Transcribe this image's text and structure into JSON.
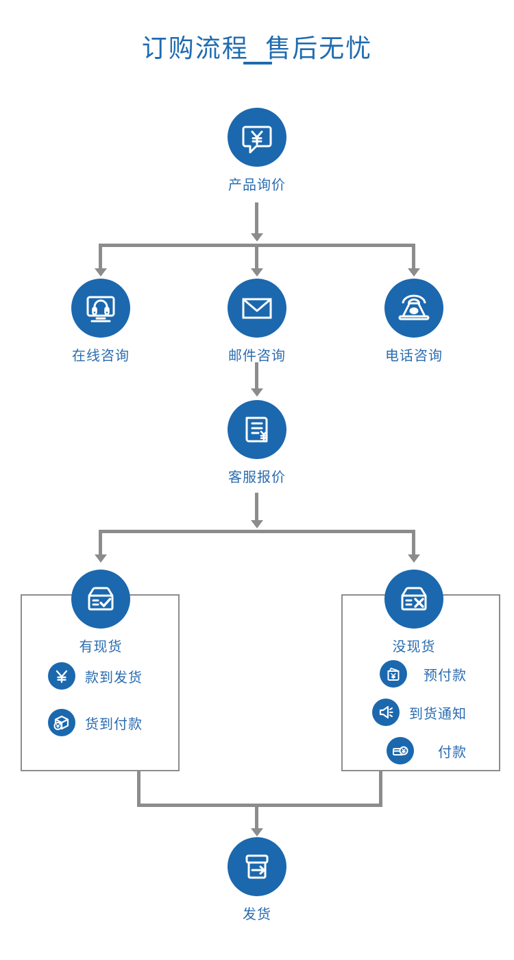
{
  "title": {
    "text": "订购流程  售后无忧"
  },
  "colors": {
    "brand_blue": "#1B68AE",
    "label_blue": "#2A6CB0",
    "connector_gray": "#8C8C8C",
    "background": "#FFFFFF"
  },
  "flow": {
    "start": {
      "label": "产品询价",
      "icon": "speech-bubble-yen-icon"
    },
    "contact_options": [
      {
        "label": "在线咨询",
        "icon": "monitor-headset-icon"
      },
      {
        "label": "邮件咨询",
        "icon": "envelope-icon"
      },
      {
        "label": "电话咨询",
        "icon": "telephone-icon"
      }
    ],
    "quote": {
      "label": "客服报价",
      "icon": "document-yen-icon"
    },
    "stock_branches": [
      {
        "label": "有现货",
        "icon": "box-check-icon",
        "options": [
          {
            "label": "款到发货",
            "icon": "yen-icon"
          },
          {
            "label": "货到付款",
            "icon": "package-yen-icon"
          }
        ]
      },
      {
        "label": "没现货",
        "icon": "box-cross-icon",
        "options": [
          {
            "label": "预付款",
            "icon": "wallet-yen-icon"
          },
          {
            "label": "到货通知",
            "icon": "speaker-icon"
          },
          {
            "label": "付款",
            "icon": "card-yen-icon"
          }
        ]
      }
    ],
    "end": {
      "label": "发货",
      "icon": "box-arrow-out-icon"
    }
  }
}
